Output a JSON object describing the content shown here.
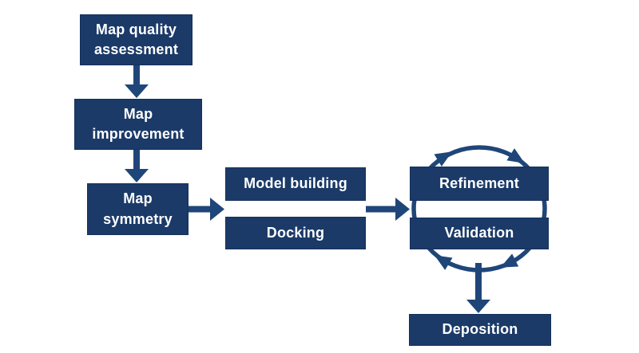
{
  "colors": {
    "background": "#FFFFFF",
    "box_fill": "#1B3A68",
    "box_border": "#14305A",
    "arrow": "#1F4679",
    "text": "#FFFFFF"
  },
  "diagram": {
    "nodes": {
      "map_quality": {
        "label": "Map quality\nassessment"
      },
      "map_improvement": {
        "label": "Map\nimprovement"
      },
      "map_symmetry": {
        "label": "Map\nsymmetry"
      },
      "model_building": {
        "label": "Model building"
      },
      "docking": {
        "label": "Docking"
      },
      "refinement": {
        "label": "Refinement"
      },
      "validation": {
        "label": "Validation"
      },
      "deposition": {
        "label": "Deposition"
      }
    },
    "edges": [
      {
        "from": "map_quality",
        "to": "map_improvement",
        "type": "arrow-down"
      },
      {
        "from": "map_improvement",
        "to": "map_symmetry",
        "type": "arrow-down"
      },
      {
        "from": "map_symmetry",
        "to": "model_building_docking",
        "type": "arrow-right"
      },
      {
        "from": "model_building_docking",
        "to": "refinement_validation",
        "type": "arrow-right"
      },
      {
        "from": "refinement_validation",
        "to": "refinement_validation",
        "type": "clockwise-cycle"
      },
      {
        "from": "refinement_validation",
        "to": "deposition",
        "type": "arrow-down"
      }
    ]
  }
}
